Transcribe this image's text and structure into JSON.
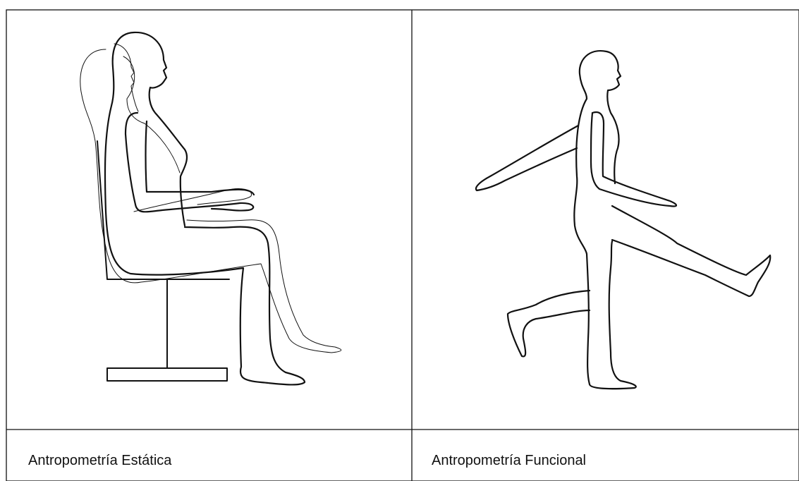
{
  "panels": [
    {
      "caption": "Antropometría Estática",
      "figure": "seated-human-figure"
    },
    {
      "caption": "Antropometría Funcional",
      "figure": "walking-human-figure"
    }
  ],
  "colors": {
    "line": "#111111",
    "background": "#ffffff"
  }
}
